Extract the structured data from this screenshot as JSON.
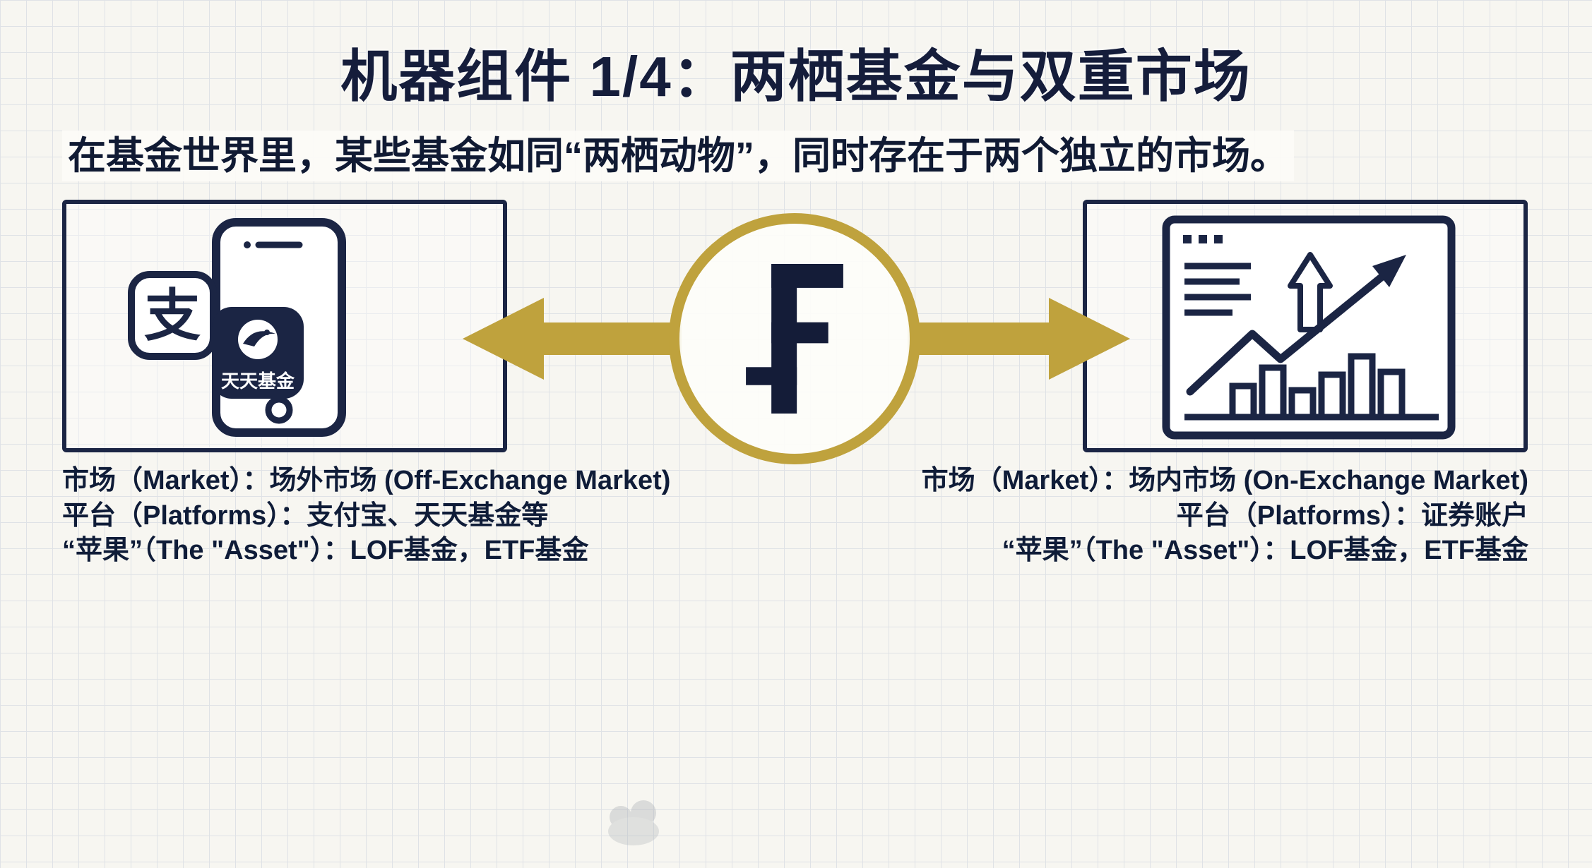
{
  "title": "机器组件 1/4：两栖基金与双重市场",
  "subtitle": "在基金世界里，某些基金如同“两栖动物”，同时存在于两个独立的市场。",
  "colors": {
    "navy": "#1b2544",
    "gold": "#bfa23d",
    "paper": "#f7f6f1",
    "grid_line": "#dfe2e6"
  },
  "center": {
    "symbol": "F"
  },
  "left_panel": {
    "alipay_glyph": "支",
    "tiantian_label": "天天基金"
  },
  "left_details": {
    "lines": [
      "市场（Market）：场外市场 (Off-Exchange Market)",
      "平台（Platforms）：支付宝、天天基金等",
      "“苹果”（The \"Asset\"）：LOF基金，ETF基金"
    ]
  },
  "right_details": {
    "lines": [
      "市场（Market）：场内市场 (On-Exchange Market)",
      "平台（Platforms）：证券账户",
      "“苹果”（The \"Asset\"）：LOF基金，ETF基金"
    ]
  }
}
